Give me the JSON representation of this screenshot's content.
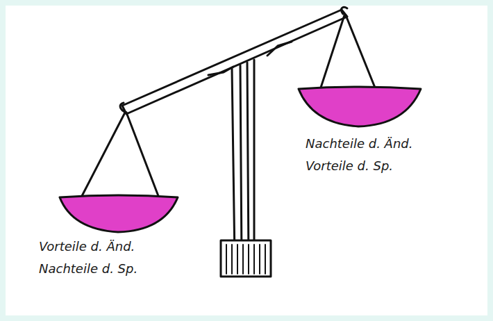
{
  "diagram": {
    "labels": [
      "Nachteile d. Änd.",
      "Vorteile d. Sp.",
      "Vorteile d. Änd.",
      "Nachteile d. Sp."
    ]
  }
}
